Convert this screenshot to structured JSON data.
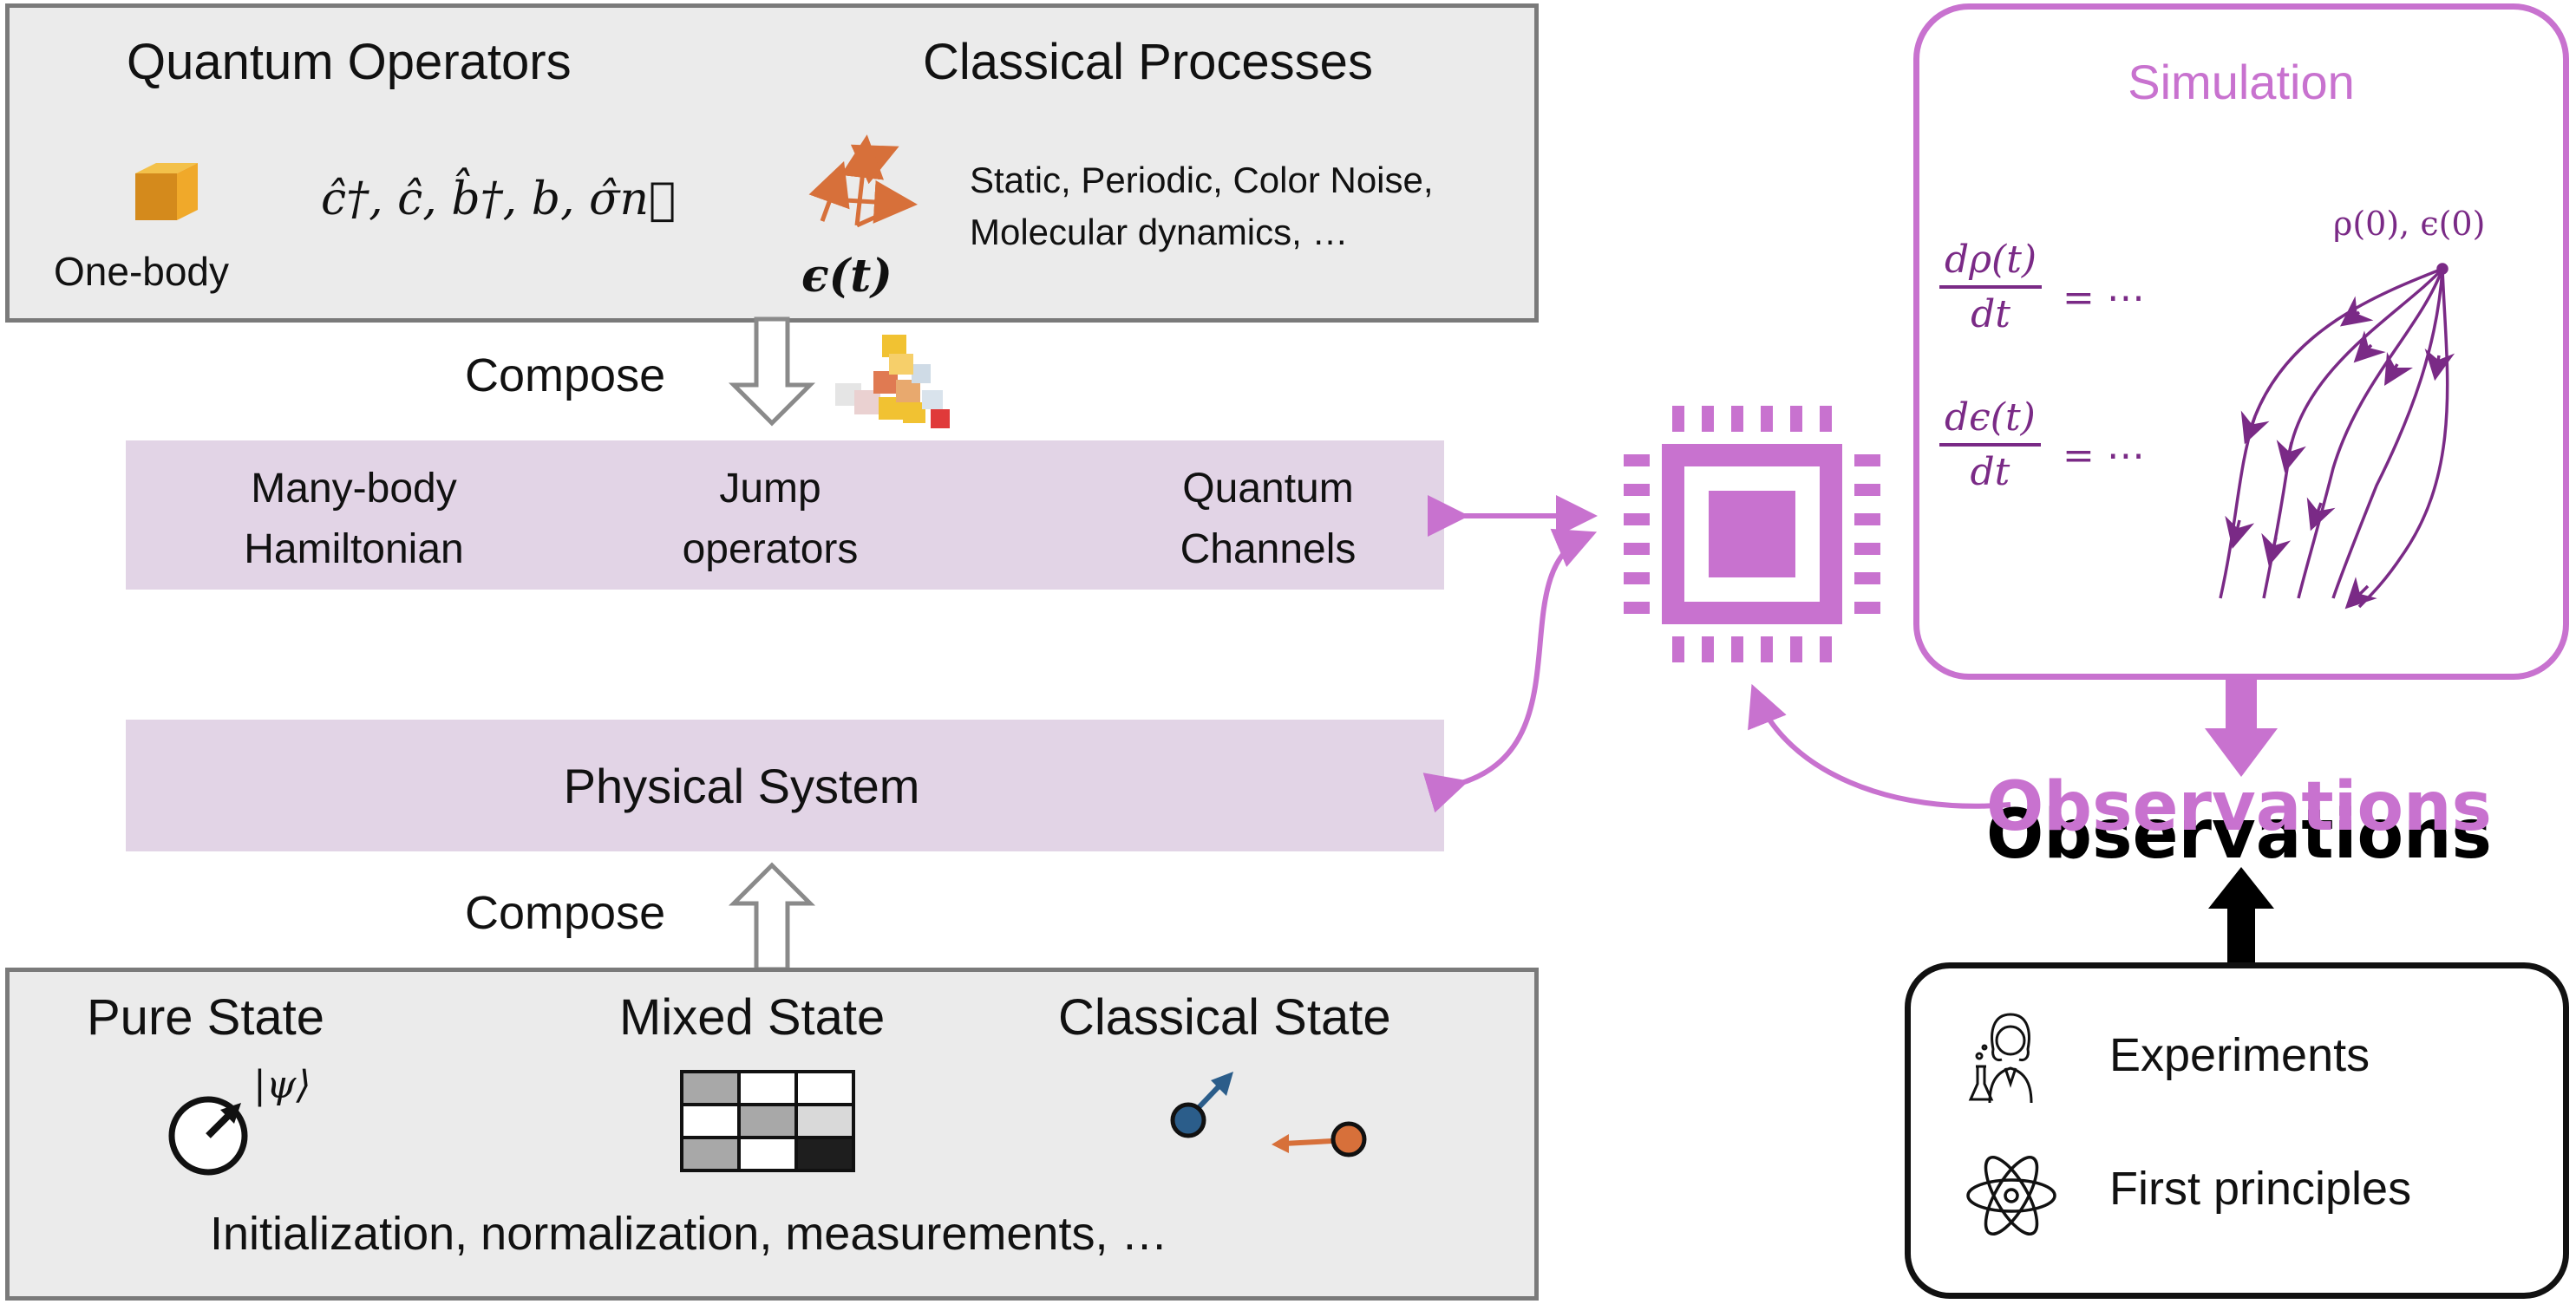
{
  "top_panel": {
    "quantum_title": "Quantum Operators",
    "classical_title": "Classical Processes",
    "one_body_label": "One-body",
    "operators_formula": "ĉ†, ĉ, b̂†, b, σ̂n⃗",
    "processes_line1": "Static, Periodic, Color Noise,",
    "processes_line2": "Molecular dynamics, …",
    "epsilon_label": "ϵ(t)"
  },
  "compose_top_label": "Compose",
  "compose_bottom_label": "Compose",
  "band_top": {
    "item1_line1": "Many-body",
    "item1_line2": "Hamiltonian",
    "item2_line1": "Jump",
    "item2_line2": "operators",
    "item3_line1": "Quantum",
    "item3_line2": "Channels"
  },
  "band_physical": {
    "label": "Physical System"
  },
  "bottom_panel": {
    "pure_title": "Pure State",
    "psi_label": "|ψ⟩",
    "mixed_title": "Mixed State",
    "classical_title": "Classical State",
    "footer": "Initialization, normalization, measurements, …"
  },
  "simulation": {
    "title": "Simulation",
    "eq1_num": "dρ(t)",
    "eq1_den": "dt",
    "eq1_rhs": "= ⋯",
    "eq2_num": "dϵ(t)",
    "eq2_den": "dt",
    "eq2_rhs": "= ⋯",
    "initial_label": "ρ(0), ϵ(0)"
  },
  "observations": {
    "label_purple": "Observations",
    "label_black": "Observations"
  },
  "sources": {
    "experiments": "Experiments",
    "first_principles": "First principles"
  },
  "colors": {
    "purple": "#c872cf",
    "dark_purple": "#7a2a86",
    "band": "#e2d4e6",
    "panel_grey": "#ebebeb",
    "border_grey": "#7a7a7a",
    "orange": "#d7703a",
    "blue": "#2b5d8a"
  },
  "mixed_grid_fills": [
    [
      "#a8a8a8",
      "#ffffff",
      "#ffffff"
    ],
    [
      "#ffffff",
      "#a8a8a8",
      "#d9d9d9"
    ],
    [
      "#a8a8a8",
      "#ffffff",
      "#1e1e1e"
    ]
  ],
  "icons": [
    "cube-icon",
    "vector-triangle-icon",
    "blocks-icon",
    "cpu-chip-icon",
    "gauge-icon",
    "scientist-icon",
    "atom-icon"
  ]
}
